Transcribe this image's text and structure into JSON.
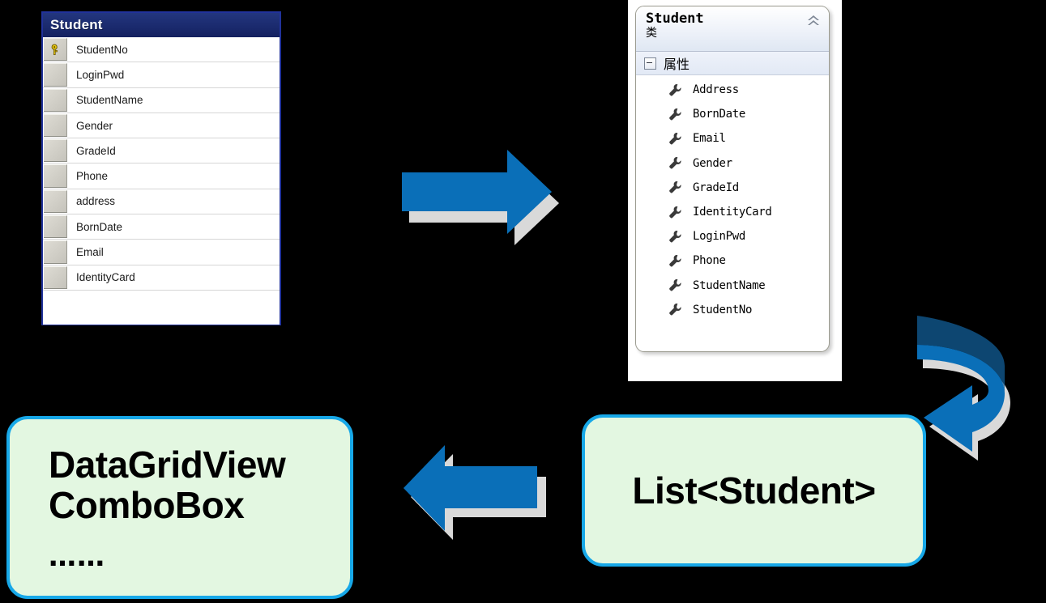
{
  "background_color": "#000000",
  "accent_colors": {
    "arrow_blue": "#0a6fb8",
    "arrow_shadow": "#d9d9d9",
    "box_border_cyan": "#17a8e8",
    "box_fill_green": "#e3f7e1",
    "table_header_navy": "#1b2a72",
    "table_border_blue": "#21329b"
  },
  "sql_table": {
    "title": "Student",
    "primary_key_icon": "key-icon",
    "columns_header": "",
    "columns": [
      {
        "name": "StudentNo",
        "is_primary_key": true
      },
      {
        "name": "LoginPwd",
        "is_primary_key": false
      },
      {
        "name": "StudentName",
        "is_primary_key": false
      },
      {
        "name": "Gender",
        "is_primary_key": false
      },
      {
        "name": "GradeId",
        "is_primary_key": false
      },
      {
        "name": "Phone",
        "is_primary_key": false
      },
      {
        "name": "address",
        "is_primary_key": false
      },
      {
        "name": "BornDate",
        "is_primary_key": false
      },
      {
        "name": "Email",
        "is_primary_key": false
      },
      {
        "name": "IdentityCard",
        "is_primary_key": false
      }
    ],
    "empty_row_text": ""
  },
  "class_panel": {
    "class_name": "Student",
    "class_kind": "类",
    "collapse_icon": "chevron-double-up-icon",
    "group_label": "属性",
    "group_expander_icon": "minus-box-icon",
    "property_icon": "wrench-icon",
    "properties": [
      "Address",
      "BornDate",
      "Email",
      "Gender",
      "GradeId",
      "IdentityCard",
      "LoginPwd",
      "Phone",
      "StudentName",
      "StudentNo"
    ]
  },
  "boxes": {
    "datagridview": {
      "line1": "DataGridView",
      "line2": "ComboBox",
      "ellipsis": "……"
    },
    "list": {
      "label": "List<Student>"
    }
  },
  "arrows": {
    "top": {
      "name": "arrow-right-icon",
      "direction": "right"
    },
    "bottom": {
      "name": "arrow-left-icon",
      "direction": "left"
    },
    "side": {
      "name": "arrow-curved-uturn-icon",
      "direction": "curved-left"
    }
  }
}
